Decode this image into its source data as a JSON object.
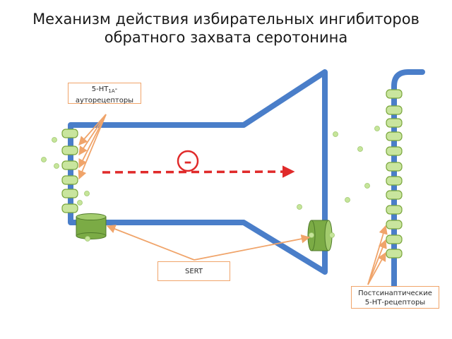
{
  "title": {
    "line1": "Механизм действия избирательных ингибиторов",
    "line2": "обратного захвата серотонина"
  },
  "labels": {
    "autoreceptor_prefix": "5-НТ",
    "autoreceptor_sub": "1А",
    "autoreceptor_suffix": "-",
    "autoreceptor_line2": "ауторецепторы",
    "sert": "SERT",
    "postsynaptic_line1": "Постсинаптические",
    "postsynaptic_line2": "5-НТ-рецепторы",
    "minus_sign": "–"
  },
  "colors": {
    "membrane": "#4a7ec9",
    "receptor_fill": "#c9e59e",
    "receptor_stroke": "#7aa63c",
    "sert_fill": "#7bab45",
    "sert_stroke": "#4f7a2a",
    "serotonin_dot": "#c6e59a",
    "arrow": "#f0a46a",
    "dashed_arrow": "#e02a2a",
    "minus_circle": "#e02a2a"
  }
}
